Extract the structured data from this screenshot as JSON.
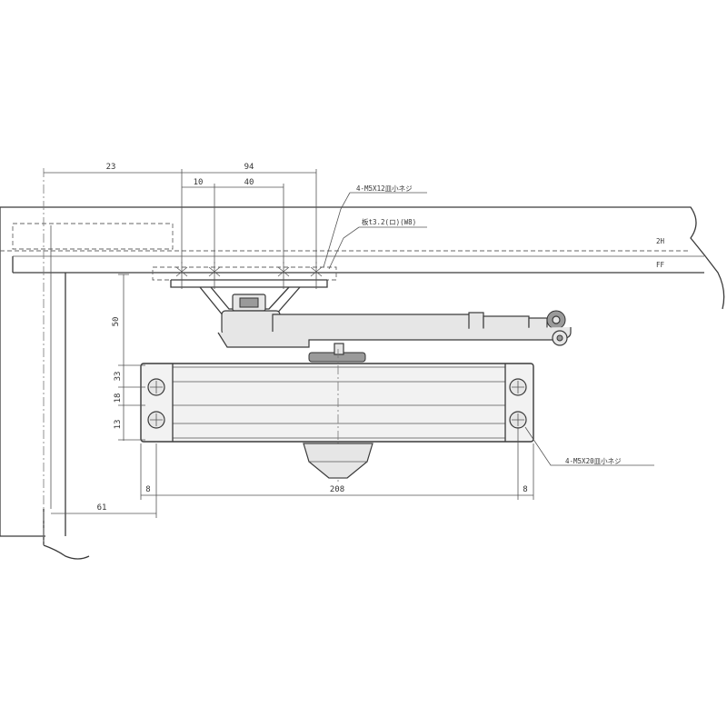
{
  "dimensions": {
    "top_overall": "23",
    "top_span": "94",
    "top_small": "10",
    "top_pitch": "40",
    "vertical_offset": "50",
    "body_a": "33",
    "body_b": "18",
    "body_c": "13",
    "bottom_left_offset": "61",
    "body_length": "208",
    "end_left": "8",
    "end_right": "8"
  },
  "annotations": {
    "bracket_screws": "4-M5X12皿小ネジ",
    "spacer_plate": "板t3.2(ロ)(W8)",
    "body_screws": "4-M5X20皿小ネジ",
    "level_upper": "2H",
    "level_lower": "FF"
  },
  "colors": {
    "line": "#3a3a3a",
    "fill": "#f2f2f2",
    "background": "#ffffff"
  }
}
